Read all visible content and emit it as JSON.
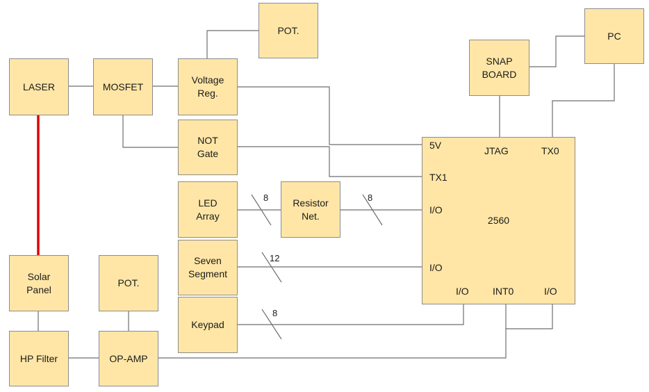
{
  "blocks": {
    "laser": "LASER",
    "mosfet": "MOSFET",
    "voltage_reg": "Voltage\nReg.",
    "pot_top": "POT.",
    "not_gate": "NOT\nGate",
    "led_array": "LED\nArray",
    "resistor_net": "Resistor\nNet.",
    "seven_segment": "Seven\nSegment",
    "keypad": "Keypad",
    "solar_panel": "Solar\nPanel",
    "pot_bottom": "POT.",
    "hp_filter": "HP Filter",
    "op_amp": "OP-AMP",
    "snap_board": "SNAP\nBOARD",
    "pc": "PC",
    "mcu": "2560"
  },
  "pins": {
    "v5": "5V",
    "jtag": "JTAG",
    "tx0": "TX0",
    "tx1": "TX1",
    "io_led": "I/O",
    "io_seven": "I/O",
    "io_keypad": "I/O",
    "int0": "INT0",
    "io_right": "I/O"
  },
  "bus_widths": {
    "led_to_resistor": "8",
    "resistor_to_mcu": "8",
    "seven_segment": "12",
    "keypad": "8"
  },
  "colors": {
    "block_fill": "#ffe6a6",
    "block_border": "#8c8c8c",
    "wire": "#6e6e6e",
    "laser_beam": "#e00000"
  }
}
